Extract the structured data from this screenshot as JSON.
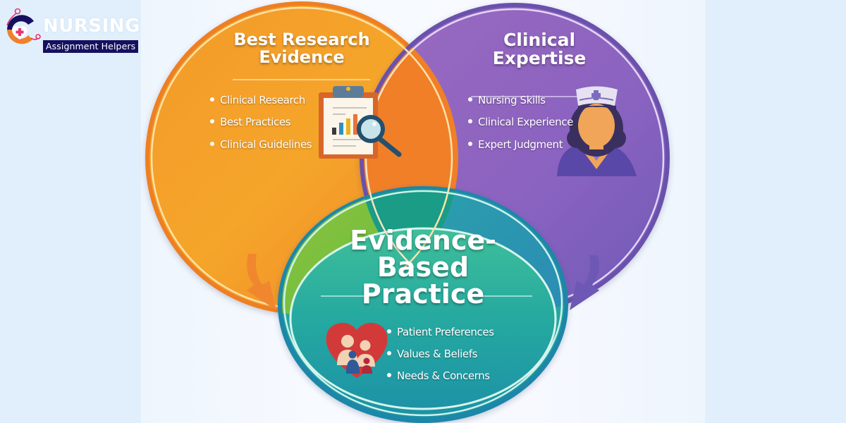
{
  "logo": {
    "brand_word": "NURSING",
    "brand_sub": "Assignment Helpers",
    "icon": "heart-cross-stethoscope-icon",
    "colors": {
      "navy": "#15105f",
      "orange": "#f0812a",
      "pink": "#e8356b"
    }
  },
  "diagram": {
    "type": "venn",
    "circles": [
      {
        "id": "research",
        "title_lines": [
          "Best Research",
          "Evidence"
        ],
        "bullets": [
          "Clinical Research",
          "Best Practices",
          "Clinical Guidelines"
        ],
        "icon": "clipboard-chart-magnifier-icon",
        "color": "#f5921f"
      },
      {
        "id": "expertise",
        "title_lines": [
          "Clinical",
          "Expertise"
        ],
        "bullets": [
          "Nursing Skills",
          "Clinical Experience",
          "Expert Judgment"
        ],
        "icon": "nurse-icon",
        "color": "#7f5cb8"
      },
      {
        "id": "ebp",
        "title_lines": [
          "Evidence-",
          "Based",
          "Practice"
        ],
        "bullets": [
          "Patient Preferences",
          "Values & Beliefs",
          "Needs & Concerns"
        ],
        "icon": "family-heart-icon",
        "color": "#1fa59a"
      }
    ],
    "arrows": [
      {
        "from": "research",
        "to": "ebp",
        "color": "#f0872f"
      },
      {
        "from": "expertise",
        "to": "ebp",
        "color": "#6e58b5"
      }
    ],
    "background": "#e1effc"
  }
}
